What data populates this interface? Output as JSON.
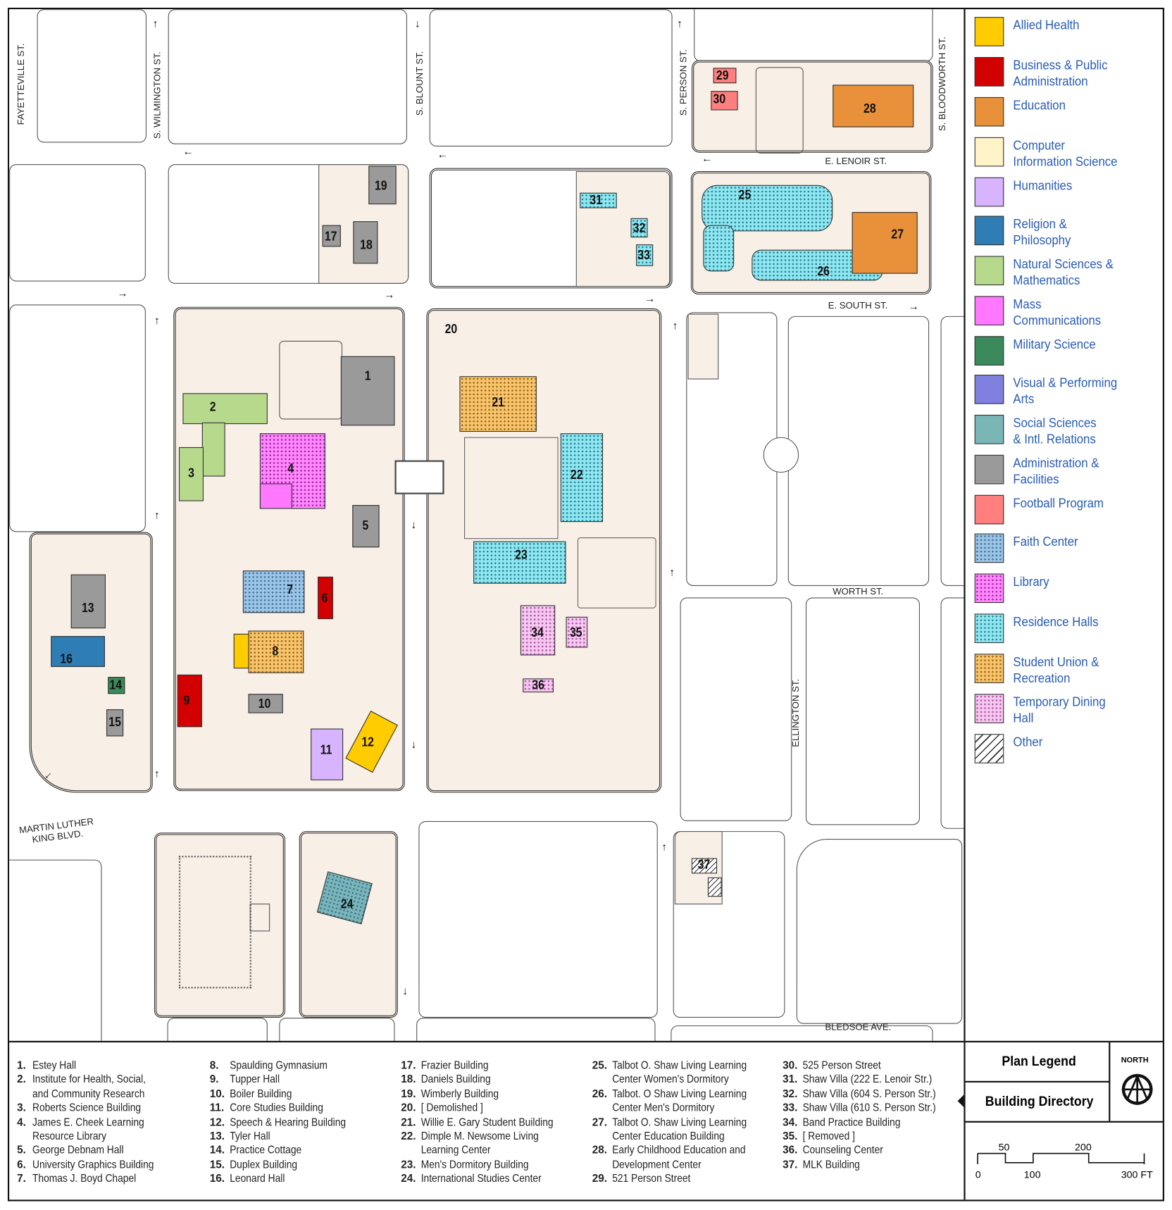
{
  "streets": {
    "fayetteville": "FAYETTEVILLE ST.",
    "wilmington": "S. WILMINGTON ST.",
    "blount": "S. BLOUNT ST.",
    "person": "S. PERSON ST.",
    "bloodworth": "S. BLOODWORTH ST.",
    "lenoir": "E. LENOIR ST.",
    "south": "E. SOUTH ST.",
    "worth": "WORTH ST.",
    "ellington": "ELLINGTON ST.",
    "mlk": "MARTIN LUTHER\nKING BLVD.",
    "bledsoe": "BLEDSOE AVE."
  },
  "buildings": {
    "b1": "1",
    "b2": "2",
    "b3": "3",
    "b4": "4",
    "b5": "5",
    "b6": "6",
    "b7": "7",
    "b8": "8",
    "b9": "9",
    "b10": "10",
    "b11": "11",
    "b12": "12",
    "b13": "13",
    "b14": "14",
    "b15": "15",
    "b16": "16",
    "b17": "17",
    "b18": "18",
    "b19": "19",
    "b20": "20",
    "b21": "21",
    "b22": "22",
    "b23": "23",
    "b24": "24",
    "b25": "25",
    "b26": "26",
    "b27": "27",
    "b28": "28",
    "b29": "29",
    "b30": "30",
    "b31": "31",
    "b32": "32",
    "b33": "33",
    "b34": "34",
    "b35": "35",
    "b36": "36",
    "b37": "37"
  },
  "legend": [
    {
      "label": "Allied Health",
      "color": "#ffcc00"
    },
    {
      "label": "Business & Public\nAdministration",
      "color": "#d20000"
    },
    {
      "label": "Education",
      "color": "#e8913a"
    },
    {
      "label": "Computer\nInformation Science",
      "color": "#fff3c8"
    },
    {
      "label": "Humanities",
      "color": "#d8b4ff"
    },
    {
      "label": "Religion &\nPhilosophy",
      "color": "#2e7db5"
    },
    {
      "label": "Natural Sciences &\nMathematics",
      "color": "#b6d98c"
    },
    {
      "label": "Mass\nCommunications",
      "color": "#ff78ff"
    },
    {
      "label": "Military Science",
      "color": "#3a8a5c"
    },
    {
      "label": "Visual & Performing\nArts",
      "color": "#8080e0"
    },
    {
      "label": "Social Sciences\n& Intl. Relations",
      "color": "#7ab6b6"
    },
    {
      "label": "Administration &\nFacilities",
      "color": "#9a9a9a"
    },
    {
      "label": "Football Program",
      "color": "#ff7f7f"
    },
    {
      "label": "Faith Center",
      "color": "#9cc4e6"
    },
    {
      "label": "Library",
      "color": "#ff88ff"
    },
    {
      "label": "Residence Halls",
      "color": "#8fe6f0"
    },
    {
      "label": "Student Union &\nRecreation",
      "color": "#f5c46c"
    },
    {
      "label": "Temporary Dining\nHall",
      "color": "#f4c8f0"
    },
    {
      "label": "Other",
      "color": "#ffffff"
    }
  ],
  "directory": [
    [
      [
        "1.",
        "Estey Hall"
      ],
      [
        "2.",
        "Institute for Health, Social,\nand Community Research"
      ],
      [
        "3.",
        "Roberts Science Building"
      ],
      [
        "4.",
        "James E. Cheek Learning\nResource Library"
      ],
      [
        "5.",
        "George Debnam Hall"
      ],
      [
        "6.",
        "University Graphics Building"
      ],
      [
        "7.",
        "Thomas J. Boyd Chapel"
      ]
    ],
    [
      [
        "8.",
        "Spaulding Gymnasium"
      ],
      [
        "9.",
        "Tupper Hall"
      ],
      [
        "10.",
        "Boiler Building"
      ],
      [
        "11.",
        "Core Studies Building"
      ],
      [
        "12.",
        "Speech & Hearing Building"
      ],
      [
        "13.",
        "Tyler Hall"
      ],
      [
        "14.",
        "Practice Cottage"
      ],
      [
        "15.",
        "Duplex Building"
      ],
      [
        "16.",
        "Leonard Hall"
      ]
    ],
    [
      [
        "17.",
        "Frazier Building"
      ],
      [
        "18.",
        "Daniels Building"
      ],
      [
        "19.",
        "Wimberly Building"
      ],
      [
        "20.",
        "[ Demolished ]"
      ],
      [
        "21.",
        "Willie E. Gary Student Building"
      ],
      [
        "22.",
        "Dimple M. Newsome Living\nLearning Center"
      ],
      [
        "23.",
        "Men's Dormitory Building"
      ],
      [
        "24.",
        "International Studies Center"
      ]
    ],
    [
      [
        "25.",
        "Talbot O. Shaw Living Learning\nCenter Women's Dormitory"
      ],
      [
        "26.",
        "Talbot. O Shaw Living Learning\nCenter Men's Dormitory"
      ],
      [
        "27.",
        "Talbot O. Shaw Living Learning\nCenter Education Building"
      ],
      [
        "28.",
        "Early Childhood Education and\nDevelopment Center"
      ],
      [
        "29.",
        "521 Person Street"
      ]
    ],
    [
      [
        "30.",
        "525 Person Street"
      ],
      [
        "31.",
        "Shaw Villa (222 E. Lenoir Str.)"
      ],
      [
        "32.",
        "Shaw Villa (604 S. Person Str.)"
      ],
      [
        "33.",
        "Shaw Villa (610 S. Person Str.)"
      ],
      [
        "34.",
        "Band Practice Building"
      ],
      [
        "35.",
        "[ Removed ]"
      ],
      [
        "36.",
        "Counseling Center"
      ],
      [
        "37.",
        "MLK Building"
      ]
    ]
  ],
  "plan": {
    "plan_legend": "Plan Legend",
    "building_directory": "Building Directory",
    "north": "NORTH",
    "scale": {
      "s0": "0",
      "s50": "50",
      "s100": "100",
      "s200": "200",
      "s300": "300 FT"
    }
  }
}
